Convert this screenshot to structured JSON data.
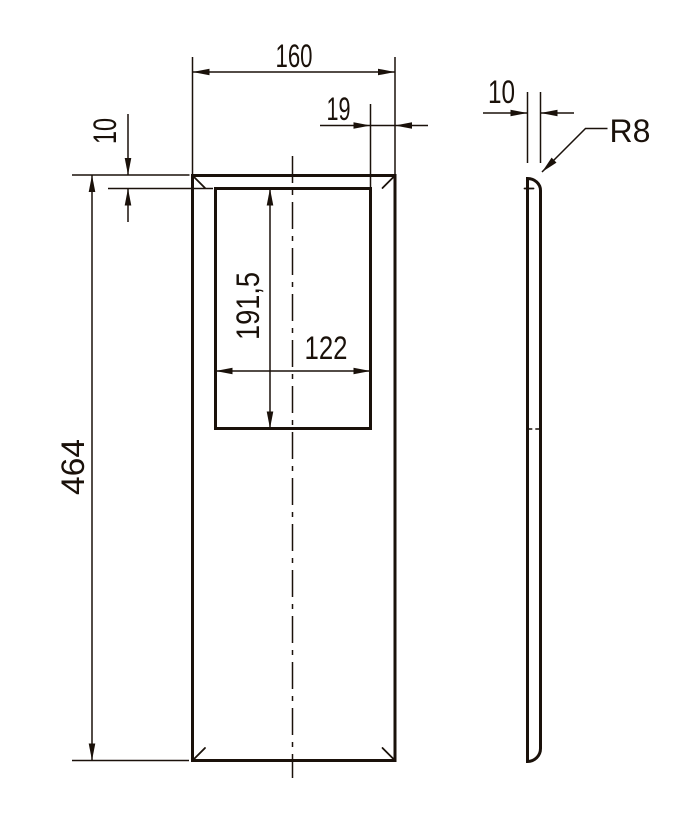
{
  "drawing": {
    "labels": {
      "overall_width": "160",
      "cutout_offset_right": "19",
      "cutout_offset_top": "10",
      "overall_height": "464",
      "cutout_height": "191,5",
      "cutout_width": "122",
      "thickness": "10",
      "corner_radius": "R8"
    },
    "colors": {
      "line": "#1a110a",
      "background": "#ffffff"
    }
  }
}
